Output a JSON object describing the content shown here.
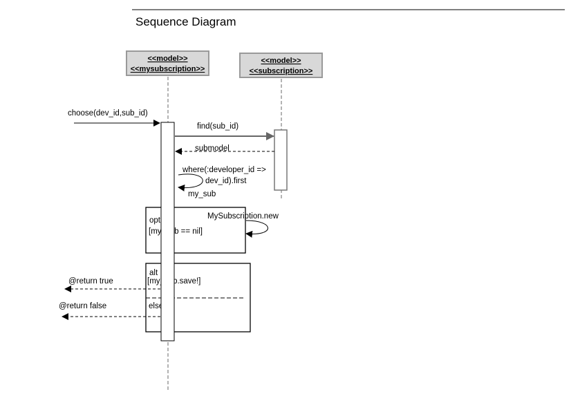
{
  "title": "Sequence Diagram",
  "participants": [
    {
      "stereotype": "<<model>>",
      "name": "<<mysubscription>>"
    },
    {
      "stereotype": "<<model>>",
      "name": "<<subscription>>"
    }
  ],
  "messages": {
    "choose": "choose(dev_id,sub_id)",
    "find": "find(sub_id)",
    "submodel": "submodel",
    "where_line1": "where(:developer_id =>",
    "where_line2": "dev_id).first",
    "my_sub": "my_sub",
    "new": "MySubscription.new",
    "return_true": "@return true",
    "return_false": "@return false"
  },
  "fragments": {
    "opt": {
      "keyword": "opt",
      "guard": "[my_sub == nil]"
    },
    "alt": {
      "keyword": "alt",
      "guard": "[my_sub.save!]",
      "else_label": "else"
    }
  },
  "colors": {
    "participant_fill": "#d8d8d8",
    "participant_border": "#999999",
    "lifeline": "#8a8a8a",
    "arrow_gray": "#666666"
  }
}
